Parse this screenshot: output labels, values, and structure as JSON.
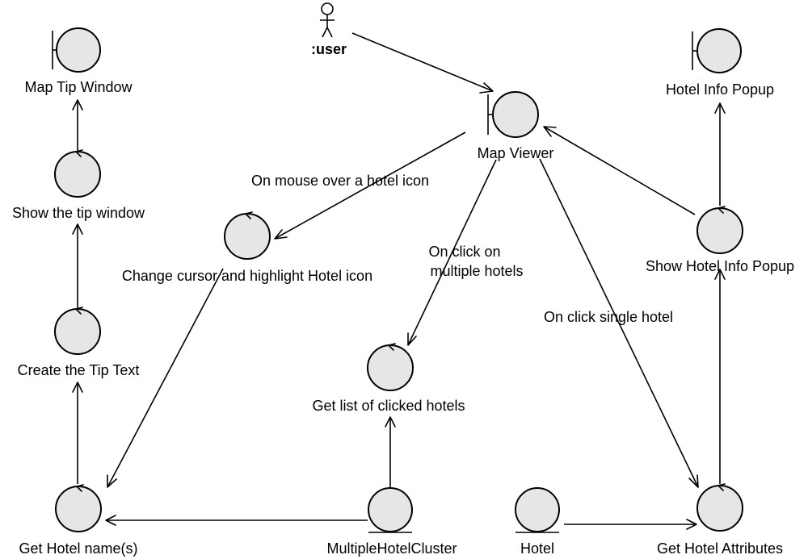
{
  "actor": {
    "label": ":user"
  },
  "boundaries": {
    "map_tip_window": "Map Tip Window",
    "map_viewer": "Map Viewer",
    "hotel_info_popup": "Hotel Info Popup"
  },
  "controls": {
    "show_tip_window": "Show the tip window",
    "create_tip_text": "Create the Tip Text",
    "get_hotel_names": "Get Hotel name(s)",
    "change_cursor": "Change cursor and highlight Hotel icon",
    "get_clicked_hotels": "Get list of clicked hotels",
    "show_hotel_info_popup": "Show Hotel Info Popup",
    "get_hotel_attributes": "Get Hotel Attributes"
  },
  "entities": {
    "multiple_hotel_cluster": "MultipleHotelCluster",
    "hotel": "Hotel"
  },
  "flow_labels": {
    "mouse_over": "On mouse over a hotel icon",
    "click_multiple_line1": "On click on",
    "click_multiple_line2": "multiple hotels",
    "click_single": "On click single hotel"
  }
}
